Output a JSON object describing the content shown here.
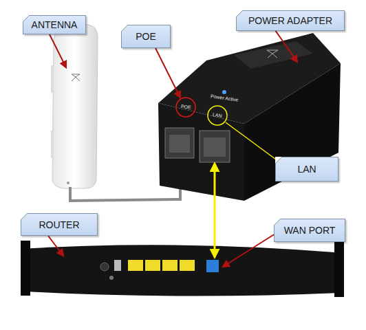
{
  "diagram": {
    "nodes": [
      {
        "text": [
          "ANTENNA"
        ]
      },
      {
        "text": [
          "POE"
        ]
      },
      {
        "text": [
          "POWER ADAPTER"
        ]
      },
      {
        "text": [
          "LAN"
        ]
      },
      {
        "text": [
          "ROUTER"
        ]
      },
      {
        "text": [
          "WAN PORT"
        ]
      }
    ],
    "labels": [
      "Power Active",
      "POE",
      "LAN"
    ]
  }
}
